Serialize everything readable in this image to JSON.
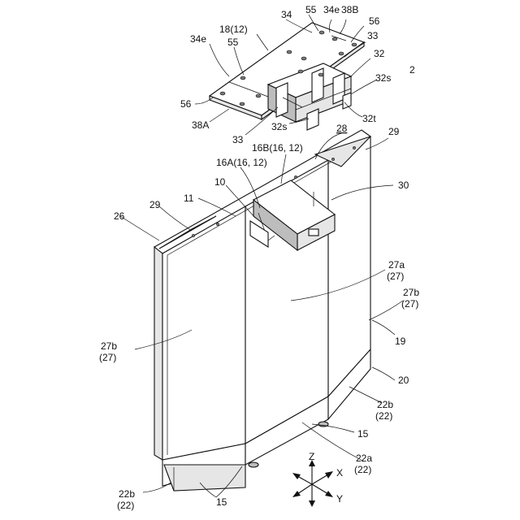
{
  "labels": {
    "l34a": "34",
    "l55a": "55",
    "l34e_a": "34e",
    "l38B": "38B",
    "l56a": "56",
    "l18": "18(12)",
    "l34e_b": "34e",
    "l55b": "55",
    "l33a": "33",
    "l32": "32",
    "l2": "2",
    "l32s_a": "32s",
    "l56b": "56",
    "l38A": "38A",
    "l32t": "32t",
    "l32s_b": "32s",
    "l33b": "33",
    "l28": "28",
    "l29a": "29",
    "l16B": "16B(16, 12)",
    "l16A": "16A(16, 12)",
    "l10": "10",
    "l30": "30",
    "l11": "11",
    "l29b": "29",
    "l26": "26",
    "l27a": "27a",
    "l27a_p": "(27)",
    "l27b_r": "27b",
    "l27b_r_p": "(27)",
    "l19": "19",
    "l27b_l": "27b",
    "l27b_l_p": "(27)",
    "l20": "20",
    "l22b_r": "22b",
    "l22b_r_p": "(22)",
    "l15a": "15",
    "l22a": "22a",
    "l22a_p": "(22)",
    "l22b_l": "22b",
    "l22b_l_p": "(22)",
    "l15b": "15",
    "axZ": "Z",
    "axX": "X",
    "axY": "Y"
  }
}
